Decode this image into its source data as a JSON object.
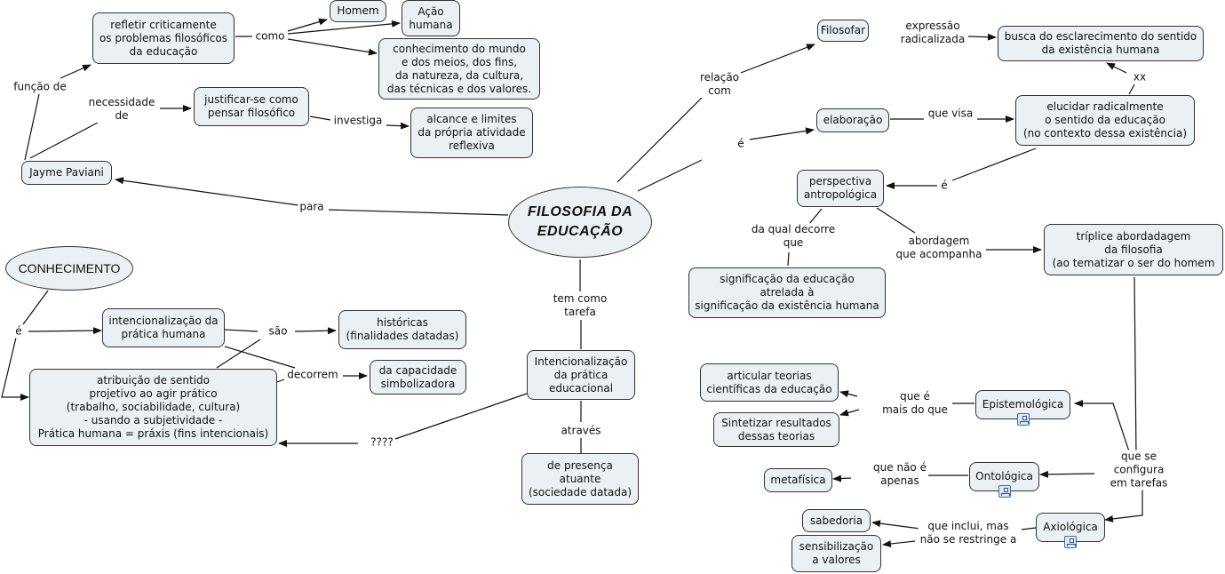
{
  "diagram": {
    "title": "FILOSOFIA  DA\nEDUCAÇÃO",
    "colors": {
      "node_fill": "#eaf0f3",
      "stroke": "#333333",
      "text": "#111111",
      "submap_icon": "#3a6fb0"
    },
    "nodes": {
      "main": "FILOSOFIA  DA\nEDUCAÇÃO",
      "conhecimento": "CONHECIMENTO",
      "jayme": "Jayme Paviani",
      "refletir": "refletir criticamente\nos problemas filosóficos\nda educação",
      "homem": "Homem",
      "acao": "Ação\nhumana",
      "conhecimento_mundo": "conhecimento do mundo\ne dos meios, dos fins,\nda natureza, da cultura,\ndas técnicas e dos valores.",
      "justificar": "justificar-se como\npensar filosófico",
      "alcance": "alcance e limites\nda própria atividade\nreflexiva",
      "filosofar": "Filosofar",
      "busca": "busca do esclarecimento do sentido\nda existência humana",
      "elaboracao": "elaboração",
      "elucidar": "elucidar radicalmente\no sentido da educação\n(no contexto dessa existência)",
      "perspectiva": "perspectiva\nantropológica",
      "significacao": "significação da educação\natrelada à\nsignificação da existência humana",
      "triplice": "tríplice abordadagem\nda filosofia\n(ao tematizar o ser do homem",
      "intenc_pratica_educ": "Intencionalização\nda prática\neducacional",
      "presenca": "de presença\natuante\n(sociedade datada)",
      "intenc_pratica_humana": "intencionalização da\nprática humana",
      "historicas": "históricas\n(finalidades datadas)",
      "capacidade": "da capacidade\nsimbolizadora",
      "atribuicao": "atribuição de sentido\nprojetivo ao agir prático\n(trabalho, sociabilidade, cultura)\n- usando a subjetividade -\nPrática humana = práxis (fins intencionais)",
      "epistemologica": "Epistemológica",
      "ontologica": "Ontológica",
      "axiologica": "Axiológica",
      "articular": "articular teorias\ncientíficas da educação",
      "sintetizar": "Sintetizar resultados\ndessas teorias",
      "metafisica": "metafísica",
      "sabedoria": "sabedoria",
      "sensibilizacao": "sensibilização\na valores"
    },
    "links": {
      "funcao_de": "função de",
      "necessidade_de": "necessidade\nde",
      "como": "como",
      "investiga": "investiga",
      "para": "para",
      "relacao_com": "relação\ncom",
      "expressao": "expressão\nradicalizada",
      "e_elab": "é",
      "que_visa": "que visa",
      "xx": "xx",
      "e_persp": "é",
      "da_qual": "da qual decorre\nque",
      "abordagem": "abordagem\nque acompanha",
      "tem_como": "tem como\ntarefa",
      "atraves": "através",
      "interrog": "????",
      "e_conh": "é",
      "sao": "são",
      "decorrem": "decorrem",
      "que_se_configura": "que se configura\nem tarefas",
      "que_e_mais": "que é\nmais do que",
      "que_nao_e": "que não é\napenas",
      "que_inclui": "que inclui, mas\nnão se restringe a"
    },
    "submap_icons": [
      "submap-icon-epistemologica",
      "submap-icon-ontologica",
      "submap-icon-axiologica"
    ]
  }
}
